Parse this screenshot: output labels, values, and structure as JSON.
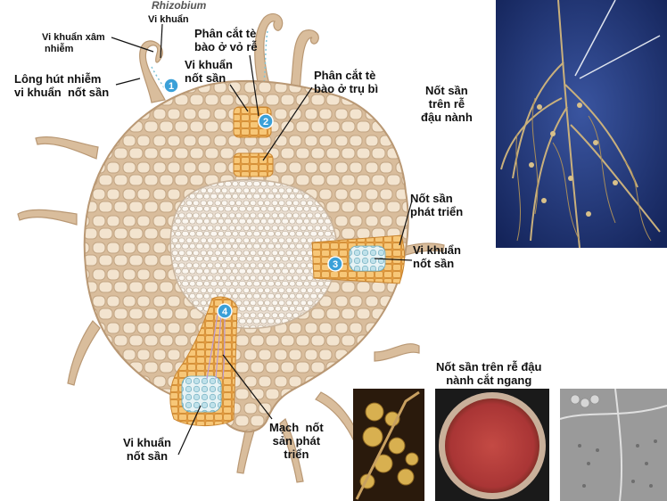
{
  "labels": {
    "rhizobium": "Rhizobium",
    "vi_khuan_top": "Vi khuẩn",
    "vi_khuan_xam_nhiem": "Vi khuẩn xâm\n nhiễm",
    "long_hut": "Lông hút nhiễm\nvi khuẩn  nốt sần",
    "phan_cat_vo_re": "Phân cắt tè\nbào ở vỏ rễ",
    "vi_khuan_not_san_top": "Vi khuẩn\nnốt sần",
    "phan_cat_tru_bi": "Phân cắt tè\nbào ở trụ bì",
    "not_san_tren_re": "Nốt sần\ntrên rễ\nđậu nành",
    "not_san_phat_trien": "Nốt sần\nphát triển",
    "vi_khuan_not_san_right": "Vi khuẩn\nnốt sần",
    "vi_khuan_not_san_bottom": "Vi khuẩn\nnốt sần",
    "mach_not_san": "Mạch  nốt\nsản phát\ntriển",
    "not_san_cat_ngang": "Nốt sần trên rễ đậu\nnành cắt ngang"
  },
  "steps": [
    "1",
    "2",
    "3",
    "4"
  ],
  "colors": {
    "cell_fill": "#f2e3cd",
    "cell_stroke": "#b99a78",
    "tissue_bg": "#d8bb9a",
    "dividing_cells": "#f0b45a",
    "step_badge": "#3aa0d8",
    "bacteria": "#7fc4d8"
  }
}
